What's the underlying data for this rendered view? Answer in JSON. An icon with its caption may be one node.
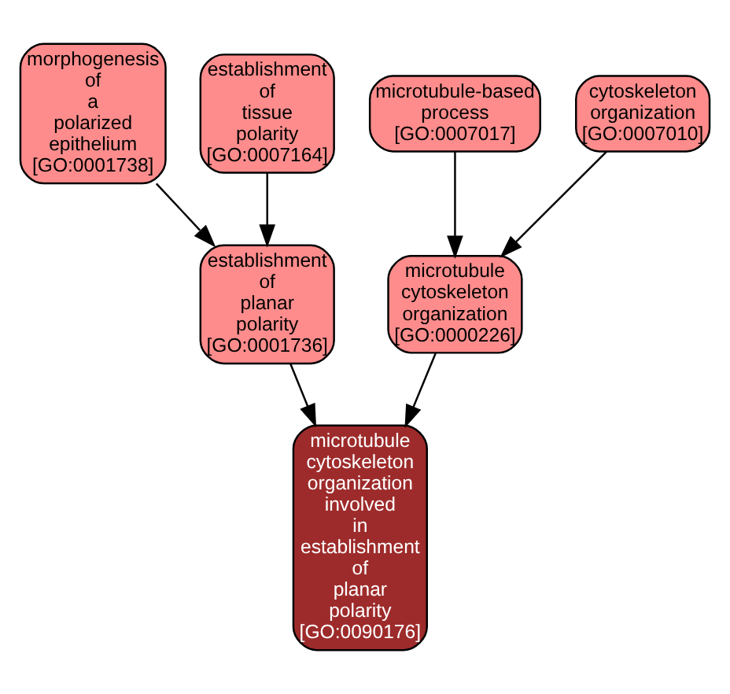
{
  "diagram": {
    "nodes": [
      {
        "text": [
          "morphogenesis of a polarized epithelium",
          "[GO:0001738]"
        ]
      },
      {
        "text": [
          "establishment of tissue polarity",
          "[GO:0007164]"
        ]
      },
      {
        "text": [
          "microtubule-based process",
          "[GO:0007017]"
        ]
      },
      {
        "text": [
          "cytoskeleton organization",
          "[GO:0007010]"
        ]
      },
      {
        "text": [
          "establishment of planar polarity",
          "[GO:0001736]"
        ]
      },
      {
        "text": [
          "microtubule cytoskeleton organization",
          "[GO:0000226]"
        ]
      },
      {
        "text": [
          "microtubule cytoskeleton organization involved in establishment of planar polarity",
          "[GO:0090176]"
        ]
      }
    ],
    "edges": [
      {
        "from": 0,
        "to": 4,
        "arrow": "to"
      },
      {
        "from": 1,
        "to": 4,
        "arrow": "to"
      },
      {
        "from": 2,
        "to": 5,
        "arrow": "to"
      },
      {
        "from": 3,
        "to": 5,
        "arrow": "to"
      },
      {
        "from": 4,
        "to": 6,
        "arrow": "to"
      },
      {
        "from": 5,
        "to": 6,
        "arrow": "to"
      }
    ]
  }
}
